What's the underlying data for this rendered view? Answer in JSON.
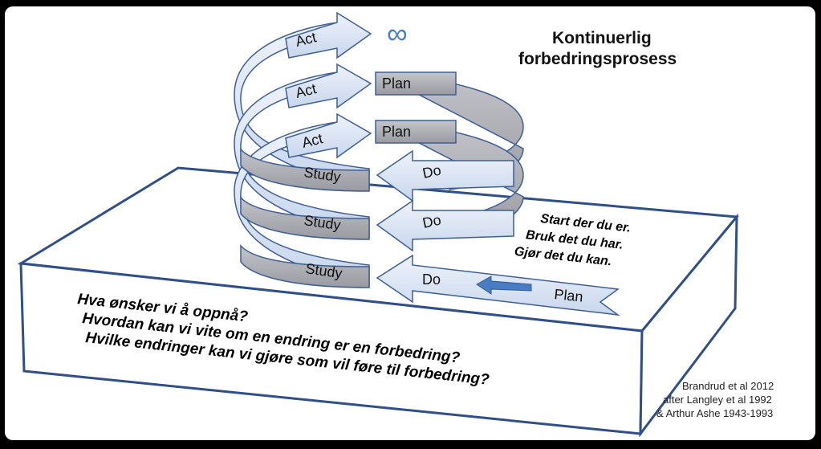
{
  "title": {
    "line1": "Kontinuerlig",
    "line2": "forbedringsprosess"
  },
  "infinity": "∞",
  "cycles": [
    {
      "act": "Act",
      "plan": "Plan",
      "do": "Do",
      "study": "Study"
    },
    {
      "act": "Act",
      "plan": "Plan",
      "do": "Do",
      "study": "Study"
    },
    {
      "act": "Act",
      "do": "Do",
      "study": "Study"
    }
  ],
  "base_plan": "Plan",
  "tagline": [
    "Start  der du er.",
    "Bruk det du har.",
    "Gjør det du kan."
  ],
  "questions": [
    "Hva ønsker vi å oppnå?",
    "Hvordan kan vi vite om en endring er en forbedring?",
    "Hvilke endringer kan vi gjøre som vil føre til forbedring?"
  ],
  "credits": [
    "Brandrud  et al  2012",
    "after  Langley  et al 1992",
    "& Arthur Ashe 1943-1993"
  ],
  "colors": {
    "background": "#000000",
    "panel": "#ffffff",
    "box_stroke": "#2f4f8a",
    "arrow_light": "#dde6f4",
    "arrow_mid": "#c5d3ea",
    "band_gray": "#a8a8ae",
    "arrow_stroke": "#3d5f98",
    "blue_arrow": "#4a7cc4"
  }
}
